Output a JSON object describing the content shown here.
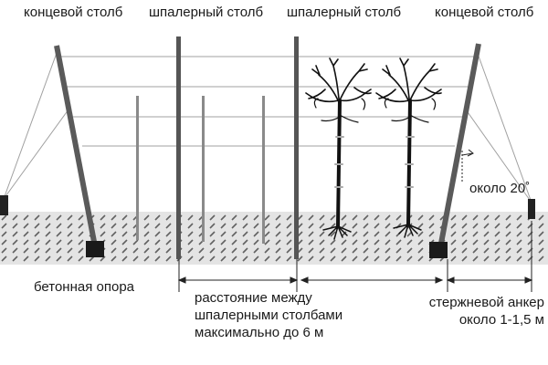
{
  "labels": {
    "end_post_left": "концевой столб",
    "trellis_post_1": "шпалерный столб",
    "trellis_post_2": "шпалерный столб",
    "end_post_right": "концевой столб",
    "angle": "около 20˚",
    "concrete_support": "бетонная опора",
    "distance": [
      "расстояние между",
      "шпалерными столбами",
      "максимально до 6 м"
    ],
    "anchor": [
      "стержневой анкер",
      "около 1-1,5 м"
    ]
  },
  "colors": {
    "ground": "#e3e3e3",
    "hatch": "#555555",
    "post": "#555555",
    "wire": "#9a9a9a",
    "tree": "#111111"
  }
}
